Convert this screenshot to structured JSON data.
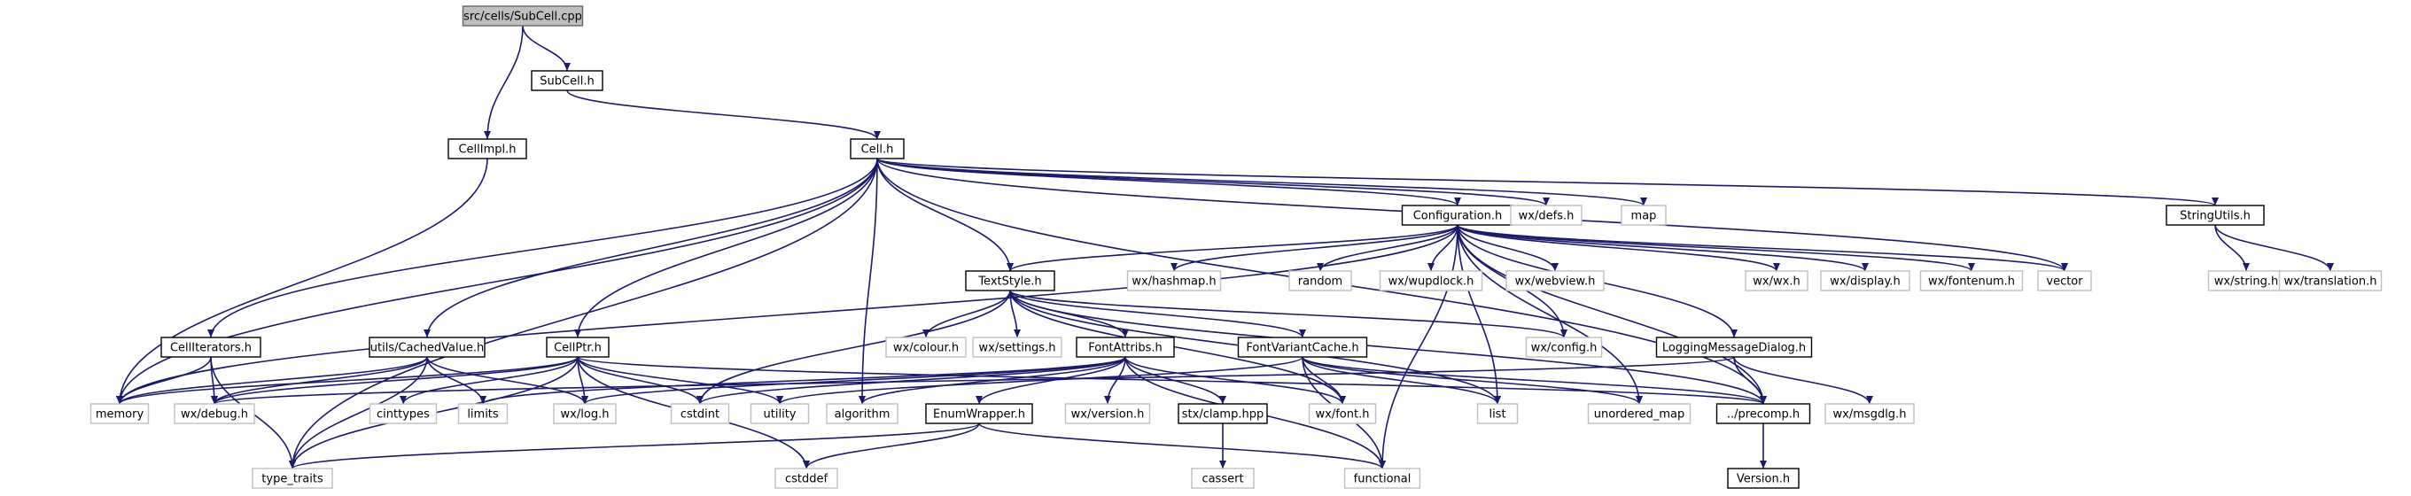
{
  "colors": {
    "edge": "#191970",
    "internal_border": "#000000",
    "external_border": "#bfbfbf",
    "root_fill": "#bfbfbf",
    "background": "#ffffff"
  },
  "nodes": {
    "root": "src/cells/SubCell.cpp",
    "subcell": "SubCell.h",
    "cellimpl": "CellImpl.h",
    "cell": "Cell.h",
    "configuration": "Configuration.h",
    "wxdefs": "wx/defs.h",
    "map": "map",
    "stringutils": "StringUtils.h",
    "textstyle": "TextStyle.h",
    "wxhashmap": "wx/hashmap.h",
    "random": "random",
    "wxwupdlock": "wx/wupdlock.h",
    "wxwebview": "wx/webview.h",
    "wxwx": "wx/wx.h",
    "wxdisplay": "wx/display.h",
    "wxfontenum": "wx/fontenum.h",
    "vector": "vector",
    "wxstring": "wx/string.h",
    "wxtranslation": "wx/translation.h",
    "celliterators": "CellIterators.h",
    "cachedvalue": "utils/CachedValue.h",
    "cellptr": "CellPtr.h",
    "wxcolour": "wx/colour.h",
    "wxsettings": "wx/settings.h",
    "fontattribs": "FontAttribs.h",
    "fontvariantcache": "FontVariantCache.h",
    "wxconfig": "wx/config.h",
    "loggingmessagedialog": "LoggingMessageDialog.h",
    "memory": "memory",
    "wxdebug": "wx/debug.h",
    "cinttypes": "cinttypes",
    "limits": "limits",
    "wxlog": "wx/log.h",
    "cstdint": "cstdint",
    "utility": "utility",
    "algorithm": "algorithm",
    "enumwrapper": "EnumWrapper.h",
    "wxversion": "wx/version.h",
    "stxclamp": "stx/clamp.hpp",
    "wxfont": "wx/font.h",
    "list": "list",
    "unorderedmap": "unordered_map",
    "precomp": "../precomp.h",
    "wxmsgdlg": "wx/msgdlg.h",
    "typetraits": "type_traits",
    "cstddef": "cstddef",
    "cassert": "cassert",
    "functional": "functional",
    "version": "Version.h"
  }
}
